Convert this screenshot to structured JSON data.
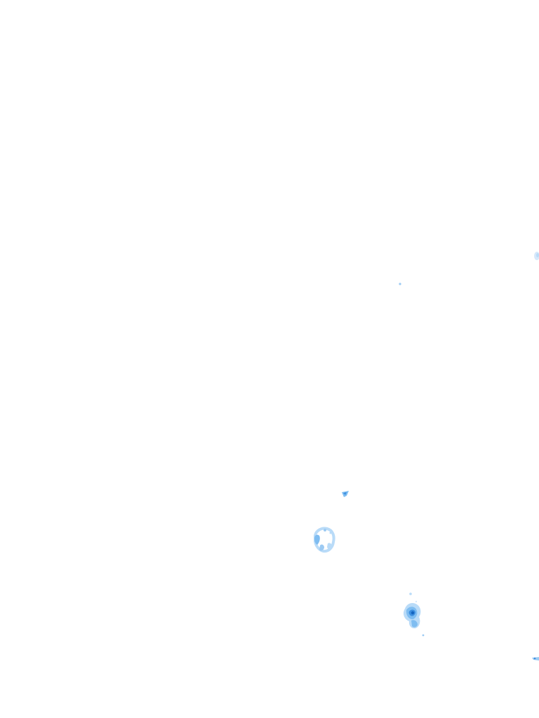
{
  "map": {
    "background_color": "#ffffff",
    "echo_palette": [
      "#e8f3fc",
      "#b9dbf8",
      "#7fbdf1",
      "#3d8fe0",
      "#1565c0"
    ],
    "echoes": [
      {
        "name": "echo-patch-edge-upper-right",
        "intensity": 1
      },
      {
        "name": "echo-speck-upper-center",
        "intensity": 2
      },
      {
        "name": "echo-patch-small-center",
        "intensity": 3
      },
      {
        "name": "echo-cluster-ring-center-left",
        "intensity": 3
      },
      {
        "name": "echo-cell-lower-right",
        "intensity": 5
      },
      {
        "name": "echo-speck-lower-right",
        "intensity": 2
      },
      {
        "name": "echo-patch-edge-lower-right",
        "intensity": 3
      }
    ]
  }
}
